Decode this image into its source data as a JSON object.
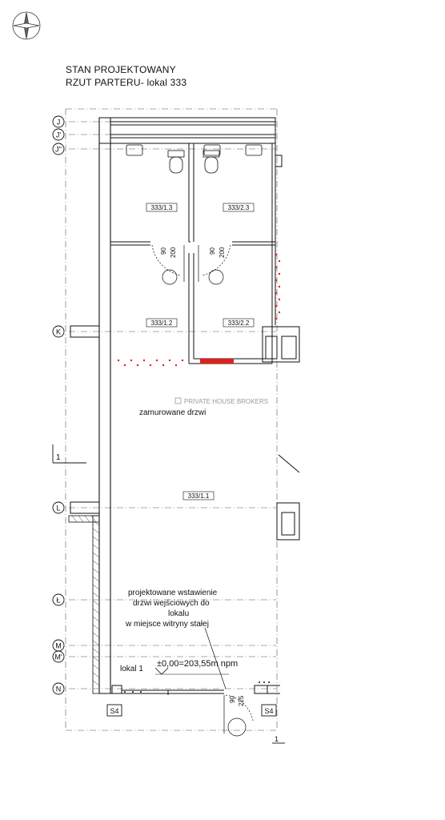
{
  "header": {
    "title_line1": "STAN PROJEKTOWANY",
    "title_line2": "RZUT PARTERU- lokal 333"
  },
  "compass": {
    "icon": "compass-rose-icon"
  },
  "axes": {
    "j": "J",
    "j1": "J'",
    "j2": "J''",
    "k": "K",
    "l": "L",
    "l_stroke": "Ł",
    "m": "M",
    "m1": "M'",
    "n": "N"
  },
  "rooms": {
    "r13": "333/1.3",
    "r23": "333/2.3",
    "r12": "333/1.2",
    "r22": "333/2.2",
    "r11": "333/1.1"
  },
  "door_dims": {
    "width_a": "90",
    "height_a": "200",
    "width_b": "90",
    "height_b": "200",
    "entry_width": "90",
    "entry_height": "225"
  },
  "annotations": {
    "bricked_door": "zamurowane drzwi",
    "watermark": "PRIVATE HOUSE BROKERS",
    "proposal_line1": "projektowane wstawienie",
    "proposal_line2": "drzwi wejściowych do",
    "proposal_line3": "lokalu",
    "proposal_line4": "w miejsce witryny stałej",
    "level": "±0,00=203,55m npm",
    "unit": "lokal 1",
    "section_mark": "1",
    "section_mark_bottom": "1"
  },
  "stairs": {
    "left": "S4",
    "right": "S4"
  },
  "colors": {
    "line": "#111111",
    "demolition_red": "#e0201b",
    "axis_gray": "#555555",
    "watermark_gray": "#9a9a9a"
  }
}
